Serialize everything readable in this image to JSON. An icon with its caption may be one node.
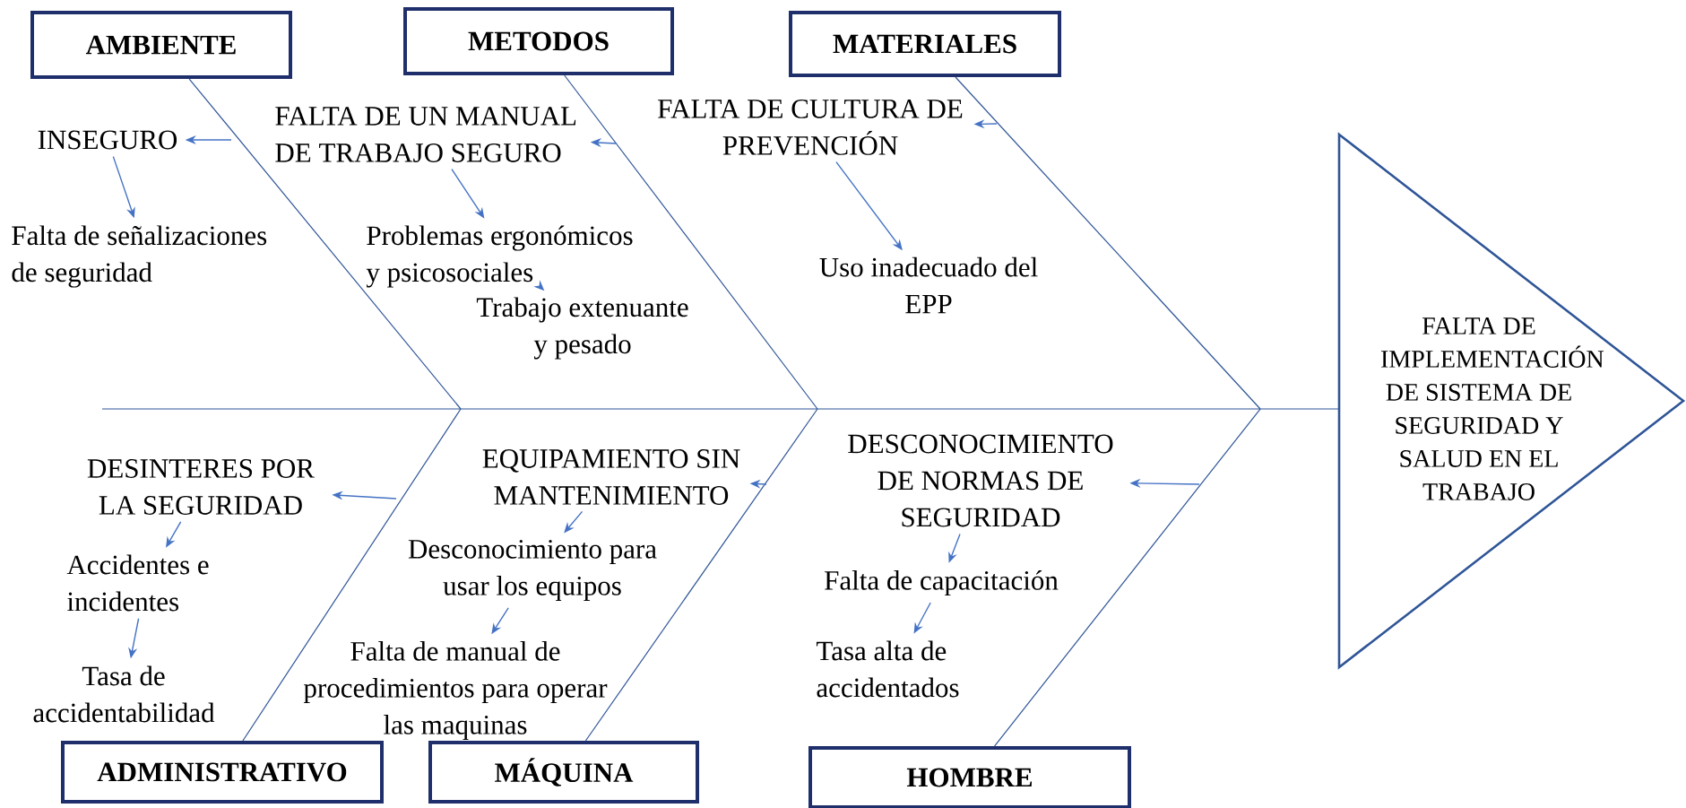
{
  "diagram": {
    "nodes": [
      {
        "text": [
          "AMBIENTE"
        ]
      },
      {
        "text": [
          "METODOS"
        ]
      },
      {
        "text": [
          "MATERIALES"
        ]
      },
      {
        "text": [
          "FALTA DE IMPLEMENTACIÓN DE SISTEMA DE SEGURIDAD Y SALUD EN EL TRABAJO"
        ]
      },
      {
        "text": [
          "ADMINISTRATIVO"
        ]
      },
      {
        "text": [
          "MÁQUINA"
        ]
      },
      {
        "text": [
          "HOMBRE"
        ]
      },
      {
        "text": [
          "INSEGURO"
        ]
      },
      {
        "text": [
          "Falta de señalizaciones de seguridad"
        ]
      },
      {
        "text": [
          "FALTA DE UN MANUAL DE TRABAJO SEGURO"
        ]
      },
      {
        "text": [
          "Problemas ergonómicos y psicosociales"
        ]
      },
      {
        "text": [
          "Trabajo extenuante y pesado"
        ]
      },
      {
        "text": [
          "FALTA DE CULTURA DE PREVENCIÓN"
        ]
      },
      {
        "text": [
          "Uso inadecuado del EPP"
        ]
      },
      {
        "text": [
          "DESINTERES POR LA SEGURIDAD"
        ]
      },
      {
        "text": [
          "Accidentes e incidentes"
        ]
      },
      {
        "text": [
          "Tasa de accidentabilidad"
        ]
      },
      {
        "text": [
          "EQUIPAMIENTO SIN MANTENIMIENTO"
        ]
      },
      {
        "text": [
          "Desconocimiento para usar los equipos"
        ]
      },
      {
        "text": [
          "Falta de manual de procedimientos para operar las maquinas"
        ]
      },
      {
        "text": [
          "DESCONOCIMIENTO DE NORMAS DE SEGURIDAD"
        ]
      },
      {
        "text": [
          "Falta de capacitación"
        ]
      },
      {
        "text": [
          "Tasa alta de accidentados"
        ]
      }
    ],
    "edges": [
      {
        "from": null,
        "to": 3,
        "arrow": "none",
        "color": "#2f5597"
      },
      {
        "from": 0,
        "to": null,
        "arrow": "none",
        "color": "#2f5597"
      },
      {
        "from": 1,
        "to": null,
        "arrow": "none",
        "color": "#2f5597"
      },
      {
        "from": 2,
        "to": null,
        "arrow": "none",
        "color": "#2f5597"
      },
      {
        "from": 4,
        "to": null,
        "arrow": "none",
        "color": "#2f5597"
      },
      {
        "from": 5,
        "to": null,
        "arrow": "none",
        "color": "#2f5597"
      },
      {
        "from": 6,
        "to": null,
        "arrow": "none",
        "color": "#2f5597"
      },
      {
        "from": null,
        "to": 7,
        "arrow": "to"
      },
      {
        "from": 7,
        "to": 8,
        "arrow": "to"
      },
      {
        "from": null,
        "to": 9,
        "arrow": "to"
      },
      {
        "from": 9,
        "to": 10,
        "arrow": "to"
      },
      {
        "from": 10,
        "to": 11,
        "arrow": "to"
      },
      {
        "from": null,
        "to": 12,
        "arrow": "to"
      },
      {
        "from": 12,
        "to": 13,
        "arrow": "to"
      },
      {
        "from": null,
        "to": 14,
        "arrow": "to"
      },
      {
        "from": 14,
        "to": 15,
        "arrow": "to"
      },
      {
        "from": 15,
        "to": 16,
        "arrow": "to"
      },
      {
        "from": null,
        "to": 17,
        "arrow": "to"
      },
      {
        "from": 17,
        "to": 18,
        "arrow": "to"
      },
      {
        "from": 18,
        "to": 19,
        "arrow": "to"
      },
      {
        "from": null,
        "to": 20,
        "arrow": "to"
      },
      {
        "from": 20,
        "to": 21,
        "arrow": "to"
      },
      {
        "from": 21,
        "to": 22,
        "arrow": "to"
      }
    ]
  }
}
